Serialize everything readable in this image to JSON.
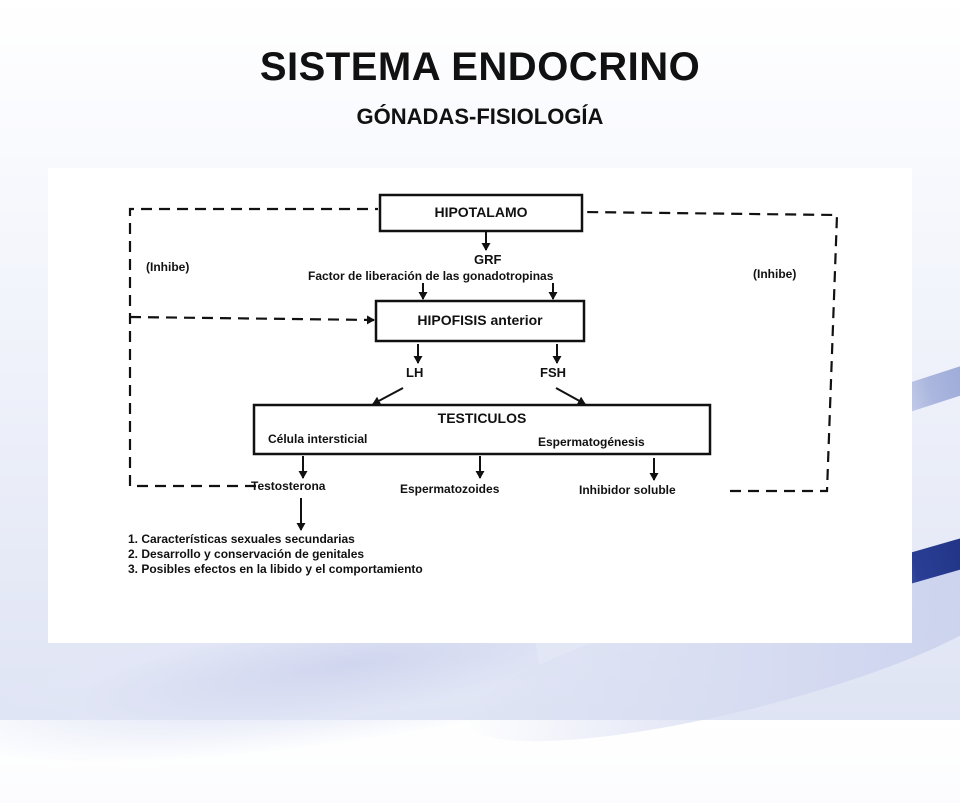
{
  "slide": {
    "title": "SISTEMA ENDOCRINO",
    "subtitle": "GÓNADAS-FISIOLOGÍA"
  },
  "diagram": {
    "hypothalamus": "HIPOTALAMO",
    "grf": "GRF",
    "grf_desc": "Factor de liberación de las gonadotropinas",
    "pituitary": "HIPOFISIS anterior",
    "lh": "LH",
    "fsh": "FSH",
    "testes": "TESTICULOS",
    "interstitial": "Célula intersticial",
    "spermatogenesis": "Espermatogénesis",
    "testosterone": "Testosterona",
    "spermatozoa": "Espermatozoides",
    "inhibin": "Inhibidor soluble",
    "inhibit_left": "(Inhibe)",
    "inhibit_right": "(Inhibe)",
    "effects": [
      "1.  Características sexuales secundarias",
      "2.  Desarrollo y conservación de genitales",
      "3.  Posibles efectos en la libido y el comportamiento"
    ]
  }
}
